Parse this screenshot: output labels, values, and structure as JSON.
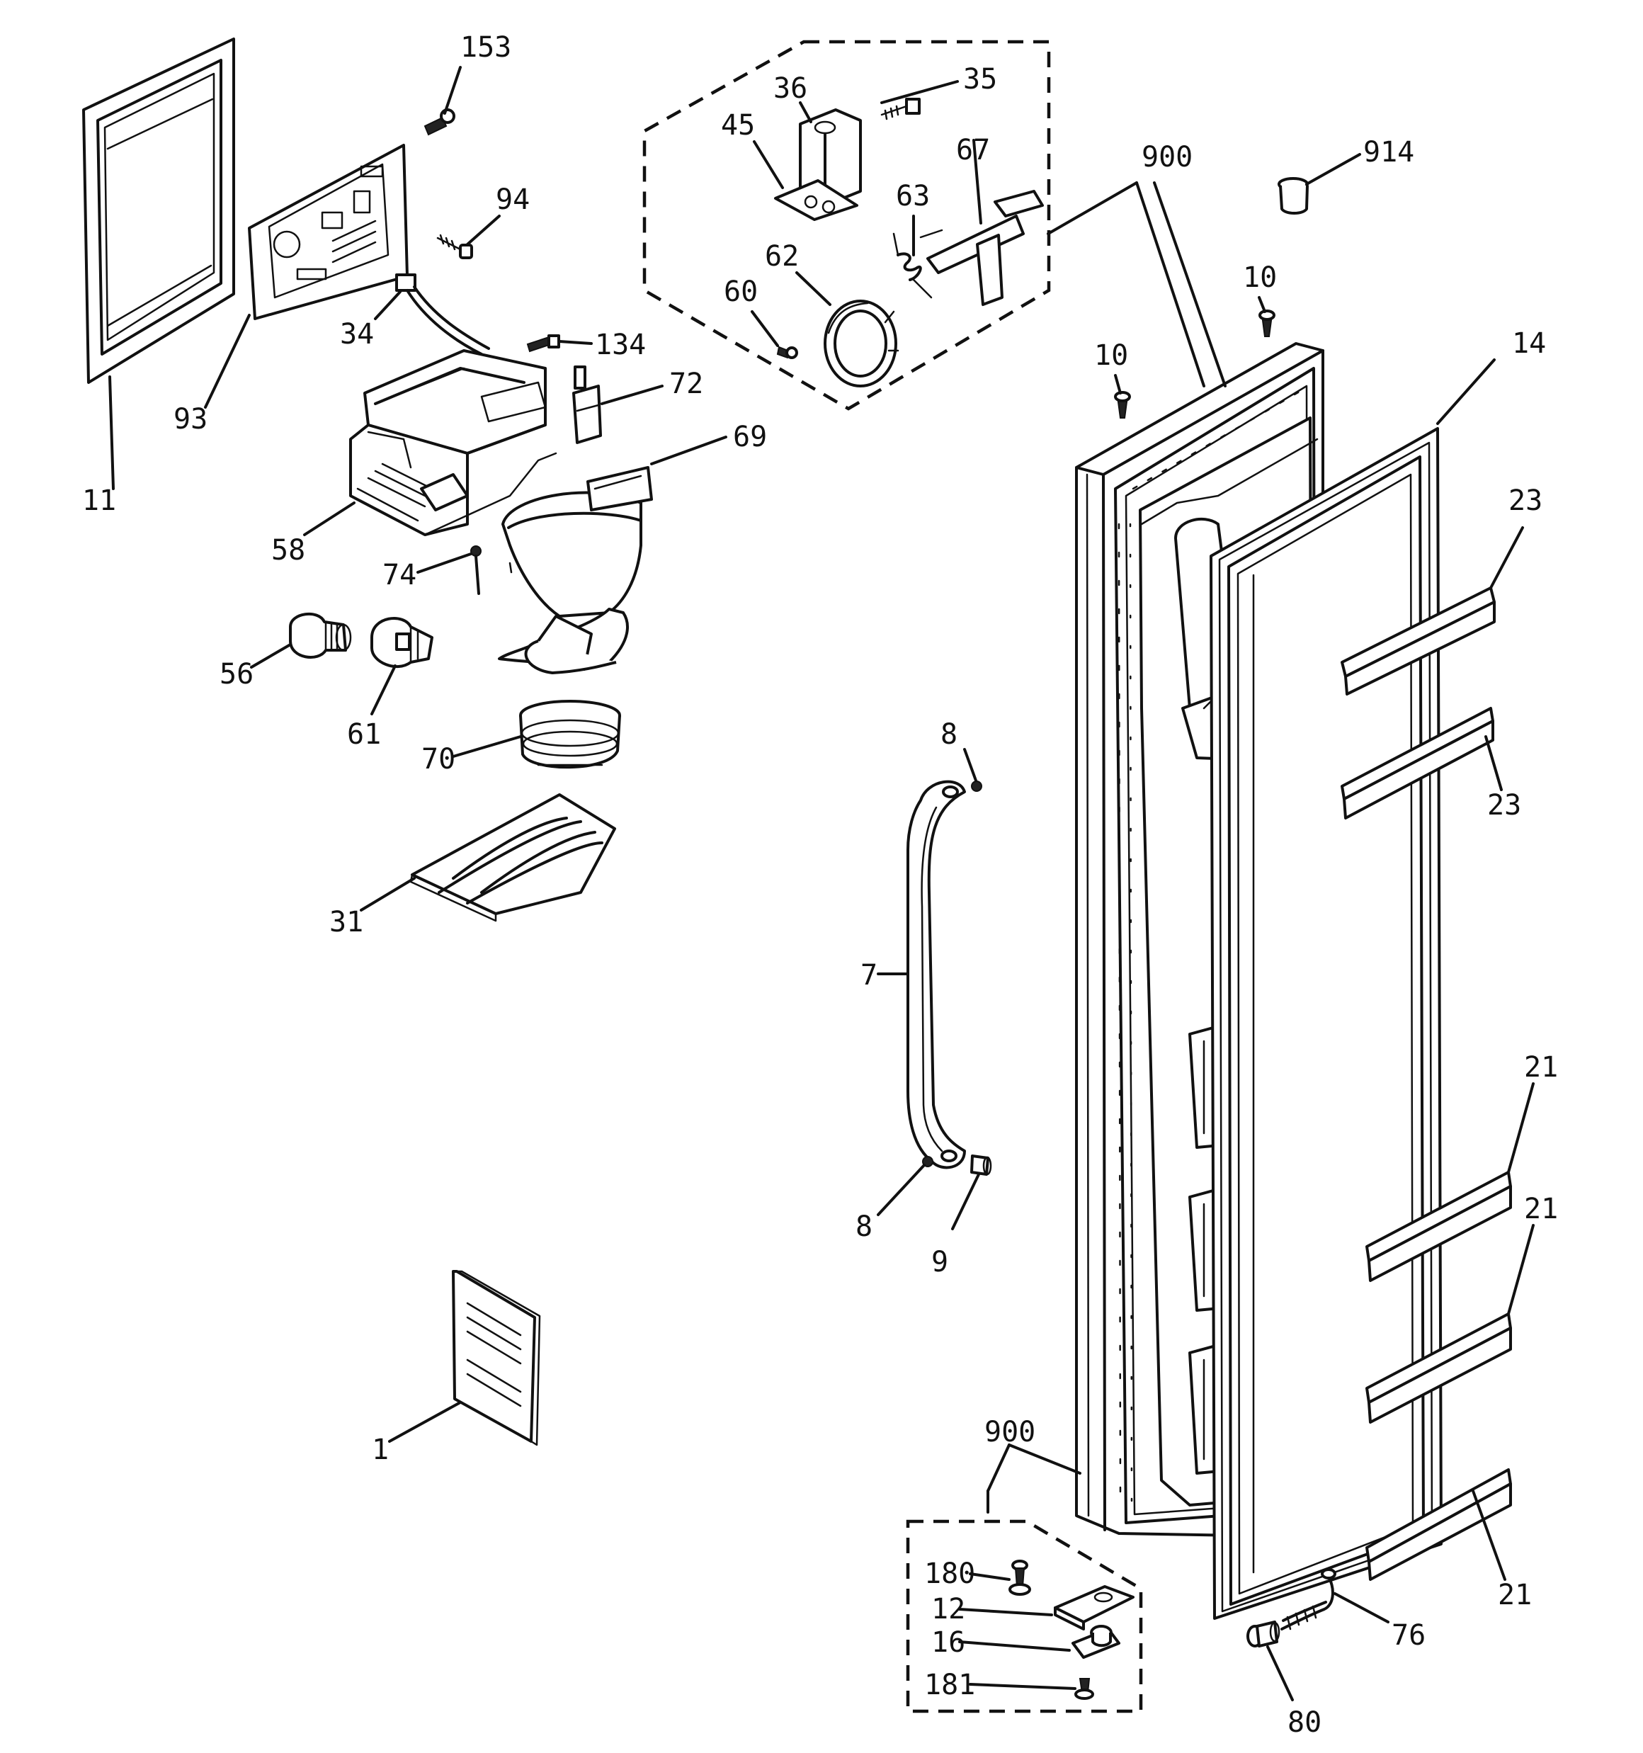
{
  "callouts": [
    {
      "id": "c11",
      "text": "11"
    },
    {
      "id": "c93",
      "text": "93"
    },
    {
      "id": "c153",
      "text": "153"
    },
    {
      "id": "c94",
      "text": "94"
    },
    {
      "id": "c34",
      "text": "34"
    },
    {
      "id": "c134",
      "text": "134"
    },
    {
      "id": "c72",
      "text": "72"
    },
    {
      "id": "c69",
      "text": "69"
    },
    {
      "id": "c58",
      "text": "58"
    },
    {
      "id": "c74",
      "text": "74"
    },
    {
      "id": "c56",
      "text": "56"
    },
    {
      "id": "c61",
      "text": "61"
    },
    {
      "id": "c70",
      "text": "70"
    },
    {
      "id": "c31",
      "text": "31"
    },
    {
      "id": "c1",
      "text": "1"
    },
    {
      "id": "c36",
      "text": "36"
    },
    {
      "id": "c35",
      "text": "35"
    },
    {
      "id": "c45",
      "text": "45"
    },
    {
      "id": "c67",
      "text": "67"
    },
    {
      "id": "c63",
      "text": "63"
    },
    {
      "id": "c62",
      "text": "62"
    },
    {
      "id": "c60",
      "text": "60"
    },
    {
      "id": "c900a",
      "text": "900"
    },
    {
      "id": "c914",
      "text": "914"
    },
    {
      "id": "c10a",
      "text": "10"
    },
    {
      "id": "c10b",
      "text": "10"
    },
    {
      "id": "c14",
      "text": "14"
    },
    {
      "id": "c23a",
      "text": "23"
    },
    {
      "id": "c23b",
      "text": "23"
    },
    {
      "id": "c8a",
      "text": "8"
    },
    {
      "id": "c7",
      "text": "7"
    },
    {
      "id": "c8b",
      "text": "8"
    },
    {
      "id": "c9",
      "text": "9"
    },
    {
      "id": "c21a",
      "text": "21"
    },
    {
      "id": "c21b",
      "text": "21"
    },
    {
      "id": "c21c",
      "text": "21"
    },
    {
      "id": "c900b",
      "text": "900"
    },
    {
      "id": "c180",
      "text": "180"
    },
    {
      "id": "c12",
      "text": "12"
    },
    {
      "id": "c16",
      "text": "16"
    },
    {
      "id": "c181",
      "text": "181"
    },
    {
      "id": "c76",
      "text": "76"
    },
    {
      "id": "c80",
      "text": "80"
    }
  ]
}
